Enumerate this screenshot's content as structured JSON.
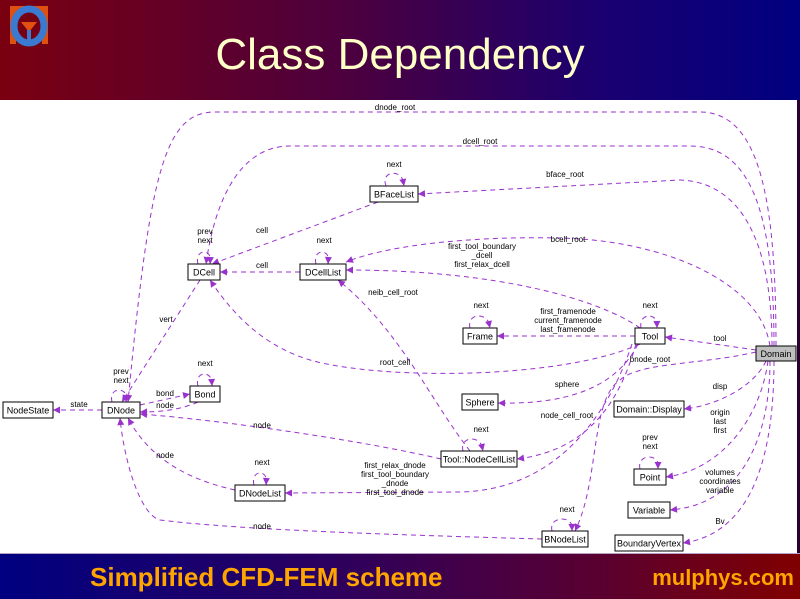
{
  "header": {
    "title": "Class Dependency",
    "logo_icon": "mulphys-logo-icon"
  },
  "footer": {
    "left_text": "Simplified CFD-FEM scheme",
    "right_text": "mulphys.com"
  },
  "colors": {
    "edge": "#9a32cd",
    "title_text": "#ffffc8",
    "footer_text": "#ffa500",
    "highlight_node": "#bfbfbf"
  },
  "nodes": [
    {
      "id": "Domain",
      "label": "Domain",
      "highlight": true
    },
    {
      "id": "BFaceList",
      "label": "BFaceList"
    },
    {
      "id": "DCell",
      "label": "DCell"
    },
    {
      "id": "DCellList",
      "label": "DCellList"
    },
    {
      "id": "Frame",
      "label": "Frame"
    },
    {
      "id": "Tool",
      "label": "Tool"
    },
    {
      "id": "NodeState",
      "label": "NodeState"
    },
    {
      "id": "DNode",
      "label": "DNode"
    },
    {
      "id": "Bond",
      "label": "Bond"
    },
    {
      "id": "Sphere",
      "label": "Sphere"
    },
    {
      "id": "DomainDisplay",
      "label": "Domain::Display"
    },
    {
      "id": "NodeCellList",
      "label": "Tool::NodeCellList"
    },
    {
      "id": "Point",
      "label": "Point"
    },
    {
      "id": "DNodeList",
      "label": "DNodeList"
    },
    {
      "id": "Variable",
      "label": "Variable"
    },
    {
      "id": "BNodeList",
      "label": "BNodeList"
    },
    {
      "id": "BoundaryVertex",
      "label": "BoundaryVertex"
    }
  ],
  "edges": [
    {
      "from": "Domain",
      "to": "DNode",
      "label": [
        "dnode_root"
      ]
    },
    {
      "from": "Domain",
      "to": "DCell",
      "label": [
        "dcell_root"
      ]
    },
    {
      "from": "Domain",
      "to": "BFaceList",
      "label": [
        "bface_root"
      ]
    },
    {
      "from": "BFaceList",
      "to": "BFaceList",
      "label": [
        "next"
      ]
    },
    {
      "from": "BFaceList",
      "to": "DCell",
      "label": [
        "cell"
      ]
    },
    {
      "from": "Domain",
      "to": "DCellList",
      "label": [
        "bcell_root"
      ]
    },
    {
      "from": "DCell",
      "to": "DCell",
      "label": [
        "prev",
        "next"
      ]
    },
    {
      "from": "DCellList",
      "to": "DCell",
      "label": [
        "cell"
      ]
    },
    {
      "from": "DCellList",
      "to": "DCellList",
      "label": [
        "next"
      ]
    },
    {
      "from": "Tool",
      "to": "DCellList",
      "label": [
        "first_tool_boundary",
        "_dcell",
        "first_relax_dcell"
      ]
    },
    {
      "from": "NodeCellList",
      "to": "DCellList",
      "label": [
        "neib_cell_root"
      ]
    },
    {
      "from": "Frame",
      "to": "Frame",
      "label": [
        "next"
      ]
    },
    {
      "from": "Tool",
      "to": "Frame",
      "label": [
        "first_framenode",
        "current_framenode",
        "last_framenode"
      ]
    },
    {
      "from": "Tool",
      "to": "Tool",
      "label": [
        "next"
      ]
    },
    {
      "from": "Domain",
      "to": "Tool",
      "label": [
        "tool"
      ]
    },
    {
      "from": "DCell",
      "to": "DNode",
      "label": [
        "vert"
      ]
    },
    {
      "from": "Tool",
      "to": "DCell",
      "label": [
        "root_cell"
      ]
    },
    {
      "from": "Domain",
      "to": "BNodeList",
      "label": [
        "bnode_root"
      ]
    },
    {
      "from": "DNode",
      "to": "DNode",
      "label": [
        "prev",
        "next"
      ]
    },
    {
      "from": "DNode",
      "to": "NodeState",
      "label": [
        "state"
      ]
    },
    {
      "from": "DNode",
      "to": "Bond",
      "label": [
        "bond"
      ]
    },
    {
      "from": "Bond",
      "to": "DNode",
      "label": [
        "node"
      ]
    },
    {
      "from": "Bond",
      "to": "Bond",
      "label": [
        "next"
      ]
    },
    {
      "from": "Tool",
      "to": "Sphere",
      "label": [
        "sphere"
      ]
    },
    {
      "from": "Domain",
      "to": "DomainDisplay",
      "label": [
        "disp"
      ]
    },
    {
      "from": "NodeCellList",
      "to": "DNode",
      "label": [
        "node"
      ]
    },
    {
      "from": "NodeCellList",
      "to": "NodeCellList",
      "label": [
        "next"
      ]
    },
    {
      "from": "Tool",
      "to": "NodeCellList",
      "label": [
        "node_cell_root"
      ]
    },
    {
      "from": "Domain",
      "to": "Point",
      "label": [
        "origin",
        "last",
        "first"
      ]
    },
    {
      "from": "Point",
      "to": "Point",
      "label": [
        "prev",
        "next"
      ]
    },
    {
      "from": "DNodeList",
      "to": "DNode",
      "label": [
        "node"
      ]
    },
    {
      "from": "DNodeList",
      "to": "DNodeList",
      "label": [
        "next"
      ]
    },
    {
      "from": "Tool",
      "to": "DNodeList",
      "label": [
        "first_relax_dnode",
        "first_tool_boundary",
        "_dnode",
        "first_tool_dnode"
      ]
    },
    {
      "from": "Domain",
      "to": "Variable",
      "label": [
        "volumes",
        "coordinates",
        "variable"
      ]
    },
    {
      "from": "BNodeList",
      "to": "DNode",
      "label": [
        "node"
      ]
    },
    {
      "from": "BNodeList",
      "to": "BNodeList",
      "label": [
        "next"
      ]
    },
    {
      "from": "Domain",
      "to": "BoundaryVertex",
      "label": [
        "Bv"
      ]
    }
  ]
}
